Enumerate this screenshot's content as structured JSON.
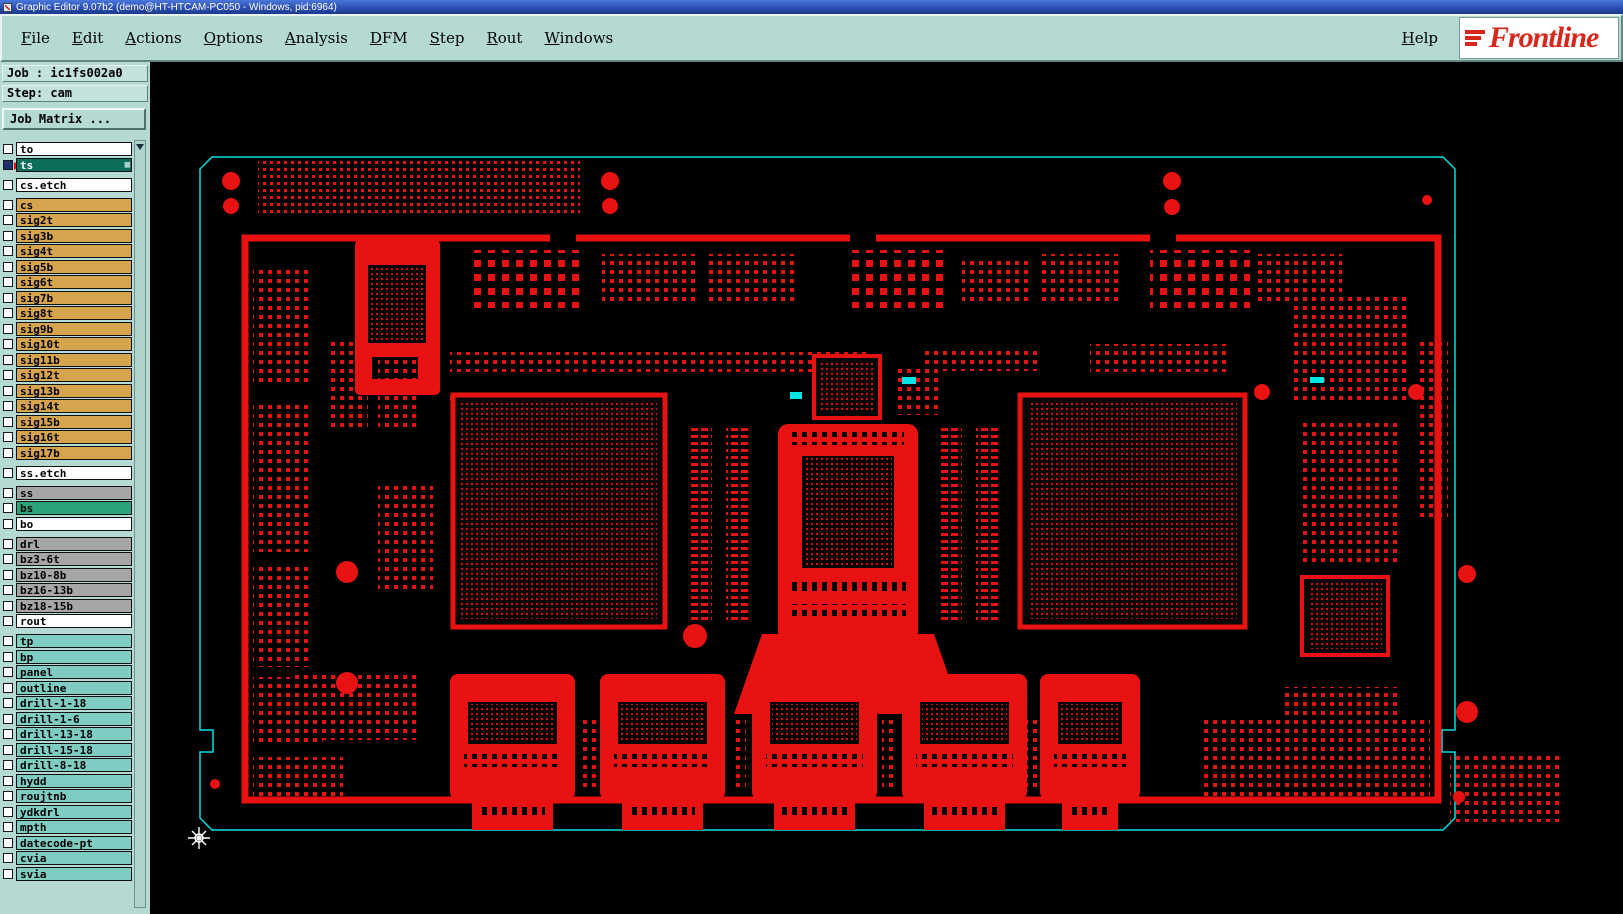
{
  "window": {
    "title": "Graphic Editor 9.07b2 (demo@HT-HTCAM-PC050 - Windows, pid:6964)"
  },
  "menu": {
    "items": [
      {
        "label": "File"
      },
      {
        "label": "Edit"
      },
      {
        "label": "Actions"
      },
      {
        "label": "Options"
      },
      {
        "label": "Analysis"
      },
      {
        "label": "DFM"
      },
      {
        "label": "Step"
      },
      {
        "label": "Rout"
      },
      {
        "label": "Windows"
      }
    ],
    "help": "Help",
    "brand": "Frontline"
  },
  "job": {
    "job_label": "Job : ic1fs002a0",
    "step_label": "Step: cam",
    "matrix_button": "Job Matrix ..."
  },
  "layers": [
    {
      "name": "to",
      "type": "white"
    },
    {
      "name": "ts",
      "type": "sel"
    },
    {
      "name": "cs.etch",
      "type": "white",
      "gap": true
    },
    {
      "name": "cs",
      "type": "tan",
      "gap": true
    },
    {
      "name": "sig2t",
      "type": "tan"
    },
    {
      "name": "sig3b",
      "type": "tan"
    },
    {
      "name": "sig4t",
      "type": "tan"
    },
    {
      "name": "sig5b",
      "type": "tan"
    },
    {
      "name": "sig6t",
      "type": "tan"
    },
    {
      "name": "sig7b",
      "type": "tan"
    },
    {
      "name": "sig8t",
      "type": "tan"
    },
    {
      "name": "sig9b",
      "type": "tan"
    },
    {
      "name": "sig10t",
      "type": "tan"
    },
    {
      "name": "sig11b",
      "type": "tan"
    },
    {
      "name": "sig12t",
      "type": "tan"
    },
    {
      "name": "sig13b",
      "type": "tan"
    },
    {
      "name": "sig14t",
      "type": "tan"
    },
    {
      "name": "sig15b",
      "type": "tan"
    },
    {
      "name": "sig16t",
      "type": "tan"
    },
    {
      "name": "sig17b",
      "type": "tan"
    },
    {
      "name": "ss.etch",
      "type": "white",
      "gap": true
    },
    {
      "name": "ss",
      "type": "gray",
      "gap": true
    },
    {
      "name": "bs",
      "type": "green"
    },
    {
      "name": "bo",
      "type": "white"
    },
    {
      "name": "drl",
      "type": "gray",
      "gap": true
    },
    {
      "name": "bz3-6t",
      "type": "gray"
    },
    {
      "name": "bz10-8b",
      "type": "gray"
    },
    {
      "name": "bz16-13b",
      "type": "gray"
    },
    {
      "name": "bz18-15b",
      "type": "gray"
    },
    {
      "name": "rout",
      "type": "white"
    },
    {
      "name": "tp",
      "type": "teal",
      "gap": true
    },
    {
      "name": "bp",
      "type": "teal"
    },
    {
      "name": "panel",
      "type": "teal"
    },
    {
      "name": "outline",
      "type": "teal"
    },
    {
      "name": "drill-1-18",
      "type": "teal"
    },
    {
      "name": "drill-1-6",
      "type": "teal"
    },
    {
      "name": "drill-13-18",
      "type": "teal"
    },
    {
      "name": "drill-15-18",
      "type": "teal"
    },
    {
      "name": "drill-8-18",
      "type": "teal"
    },
    {
      "name": "hydd",
      "type": "teal"
    },
    {
      "name": "roujtnb",
      "type": "teal"
    },
    {
      "name": "ydkdrl",
      "type": "teal"
    },
    {
      "name": "mpth",
      "type": "teal"
    },
    {
      "name": "datecode-pt",
      "type": "teal"
    },
    {
      "name": "cvia",
      "type": "teal"
    },
    {
      "name": "svia",
      "type": "teal"
    }
  ],
  "palette": {
    "board_red": "#e81212",
    "profile_cyan": "#00e0e0",
    "ui_teal": "#b5d9d3",
    "layer_tan": "#d7a44e",
    "layer_gray": "#a6a6a6",
    "layer_teal": "#7fccc2",
    "layer_selected": "#0d6e5c",
    "layer_green": "#2aa37c"
  }
}
